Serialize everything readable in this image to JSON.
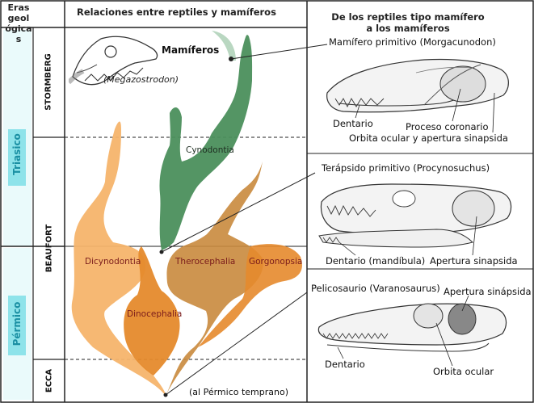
{
  "headers": {
    "eras": "Eras geológicas",
    "relations": "Relaciones entre reptiles y mamíferos",
    "skulls": "De los reptiles tipo mamífero a los mamíferos"
  },
  "periods": [
    "Triasico",
    "Pérmico"
  ],
  "formations": [
    "STORMBERG",
    "BEAUFORT",
    "ECCA"
  ],
  "clades": {
    "mammals": "Mamíferos",
    "megazostrodon": "(Megazostrodon)",
    "cynodontia": "Cynodontia",
    "dicynodontia": "Dicynodontia",
    "therocephalia": "Therocephalia",
    "gorgonopsia": "Gorgonopsia",
    "dinocephalia": "Dinocephalia",
    "early_permian": "(al Pérmico temprano)"
  },
  "skull_labels": {
    "mammal_title": "Mamífero primitivo (Morgacunodon)",
    "mammal_dentary": "Dentario",
    "mammal_coronoid": "Proceso coronario",
    "mammal_orbit": "Orbita ocular y apertura sinapsida",
    "therapsid_title": "Terápsido primitivo (Procynosuchus)",
    "therapsid_dentary": "Dentario (mandíbula)",
    "therapsid_aperture": "Apertura sinapsida",
    "pelycosaur_title": "Pelicosaurio (Varanosaurus)",
    "pelycosaur_aperture": "Apertura sinápsida",
    "pelycosaur_dentary": "Dentario",
    "pelycosaur_orbit": "Orbita ocular"
  },
  "colors": {
    "period_fill": "#8ee3ea",
    "period_text": "#1a8fa3",
    "mammal_green": "#4b8f5c",
    "orange_light": "#f6b46b",
    "orange_dark": "#e58a2c",
    "brown": "#c98a3d"
  }
}
